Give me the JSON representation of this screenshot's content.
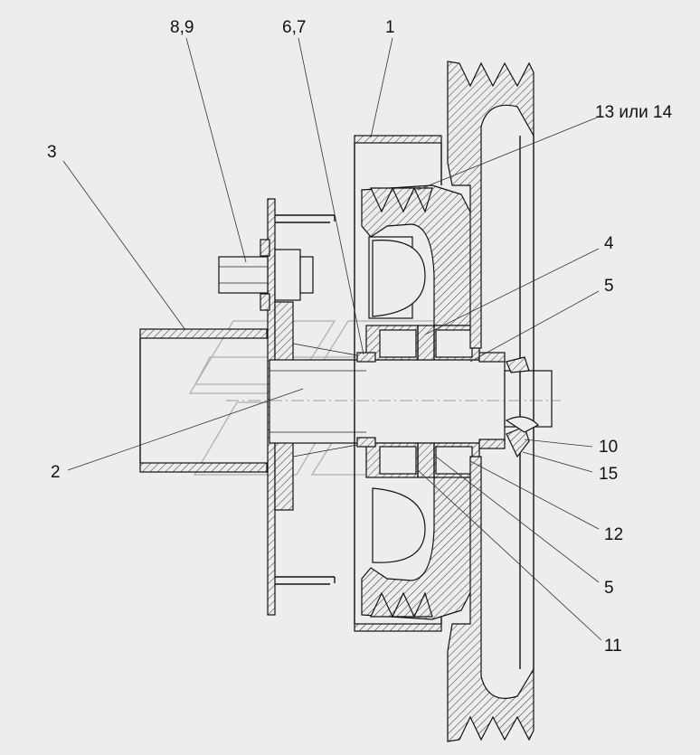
{
  "callouts": {
    "c1": "1",
    "c2": "2",
    "c3": "3",
    "c4": "4",
    "c5a": "5",
    "c5b": "5",
    "c67": "6,7",
    "c89": "8,9",
    "c10": "10",
    "c11": "11",
    "c12": "12",
    "c1314": "13 или 14",
    "c15": "15"
  }
}
